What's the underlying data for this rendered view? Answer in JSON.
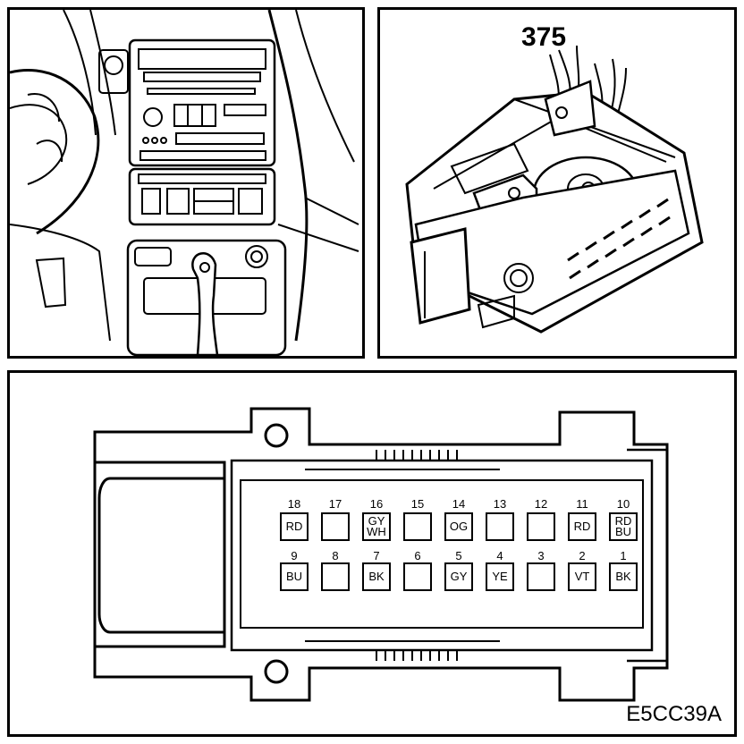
{
  "connector": {
    "number": "375"
  },
  "reference": "E5CC39A",
  "pins": [
    {
      "num": "18",
      "color": "RD"
    },
    {
      "num": "17",
      "color": ""
    },
    {
      "num": "16",
      "color": "GY",
      "color2": "WH"
    },
    {
      "num": "15",
      "color": ""
    },
    {
      "num": "14",
      "color": "OG"
    },
    {
      "num": "13",
      "color": ""
    },
    {
      "num": "12",
      "color": ""
    },
    {
      "num": "11",
      "color": "RD"
    },
    {
      "num": "10",
      "color": "RD",
      "color2": "BU"
    },
    {
      "num": "9",
      "color": "BU"
    },
    {
      "num": "8",
      "color": ""
    },
    {
      "num": "7",
      "color": "BK"
    },
    {
      "num": "6",
      "color": ""
    },
    {
      "num": "5",
      "color": "GY"
    },
    {
      "num": "4",
      "color": "YE"
    },
    {
      "num": "3",
      "color": ""
    },
    {
      "num": "2",
      "color": "VT"
    },
    {
      "num": "1",
      "color": "BK"
    }
  ]
}
